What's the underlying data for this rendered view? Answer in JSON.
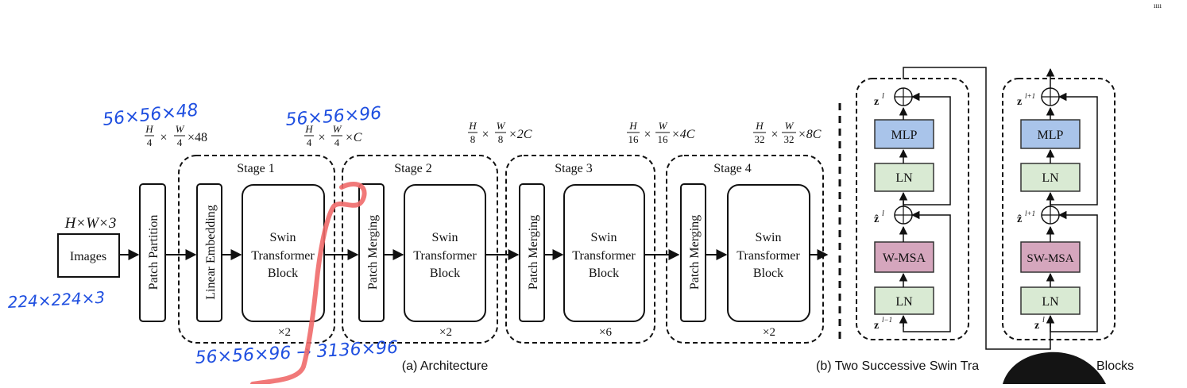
{
  "architecture": {
    "input_dims": "H×W×3",
    "input_box": "Images",
    "patch_partition": "Patch Partition",
    "linear_embedding": "Linear Embedding",
    "patch_merging": "Patch Merging",
    "swin_block": [
      "Swin",
      "Transformer",
      "Block"
    ],
    "stages": [
      {
        "title": "Stage 1",
        "repeat": "×2",
        "dims": {
          "num1": "H",
          "den1": "4",
          "num2": "W",
          "den2": "4",
          "suffix": "×C"
        }
      },
      {
        "title": "Stage 2",
        "repeat": "×2",
        "dims": {
          "num1": "H",
          "den1": "8",
          "num2": "W",
          "den2": "8",
          "suffix": "×2C"
        }
      },
      {
        "title": "Stage 3",
        "repeat": "×6",
        "dims": {
          "num1": "H",
          "den1": "16",
          "num2": "W",
          "den2": "16",
          "suffix": "×4C"
        }
      },
      {
        "title": "Stage 4",
        "repeat": "×2",
        "dims": {
          "num1": "H",
          "den1": "32",
          "num2": "W",
          "den2": "32",
          "suffix": "×8C"
        }
      }
    ],
    "partition_dims": {
      "num1": "H",
      "den1": "4",
      "num2": "W",
      "den2": "4",
      "suffix": "×48"
    },
    "caption": "(a) Architecture"
  },
  "blocks": {
    "mlp": "MLP",
    "ln": "LN",
    "wmsa": "W-MSA",
    "swmsa": "SW-MSA",
    "z": "z",
    "sup_l": "l",
    "sup_lm1": "l−1",
    "sup_lp1": "l+1",
    "caption": "(b) Two Successive Swin Tra",
    "caption_tail": "Blocks"
  },
  "annotations": {
    "top_left": "56×56×48",
    "top_mid": "56×56×96",
    "left_input": "224×224×3",
    "bottom": "56×56×96 → 3136×96"
  },
  "colors": {
    "mlp_fill": "#a9c4ea",
    "ln_fill": "#d9ead3",
    "msa_fill": "#d5a6bd",
    "ink_blue": "#1f4fe0",
    "ink_red": "#f06a6a"
  }
}
